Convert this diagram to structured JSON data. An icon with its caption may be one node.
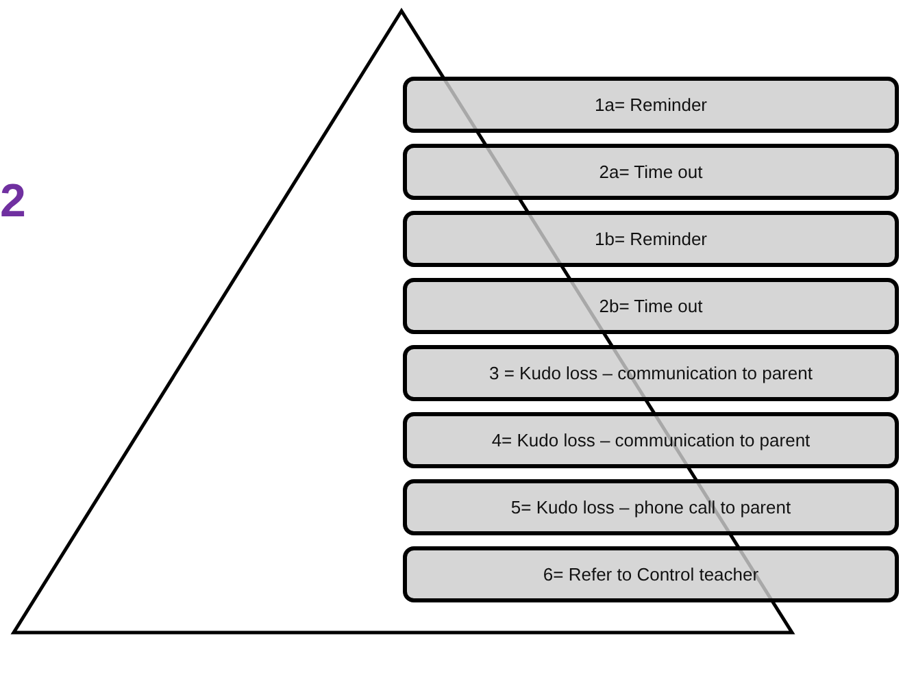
{
  "diagram": {
    "nodes": [
      {
        "text": [
          "1a= Reminder"
        ]
      },
      {
        "text": [
          "2a= Time out"
        ]
      },
      {
        "text": [
          "1b= Reminder"
        ]
      },
      {
        "text": [
          "2b= Time out"
        ]
      },
      {
        "text": [
          "3 = Kudo loss – communication to parent"
        ]
      },
      {
        "text": [
          "4= Kudo loss – communication to parent"
        ]
      },
      {
        "text": [
          "5= Kudo loss – phone call to parent"
        ]
      },
      {
        "text": [
          "6= Refer to Control teacher"
        ]
      }
    ],
    "labels": [
      "2"
    ]
  }
}
